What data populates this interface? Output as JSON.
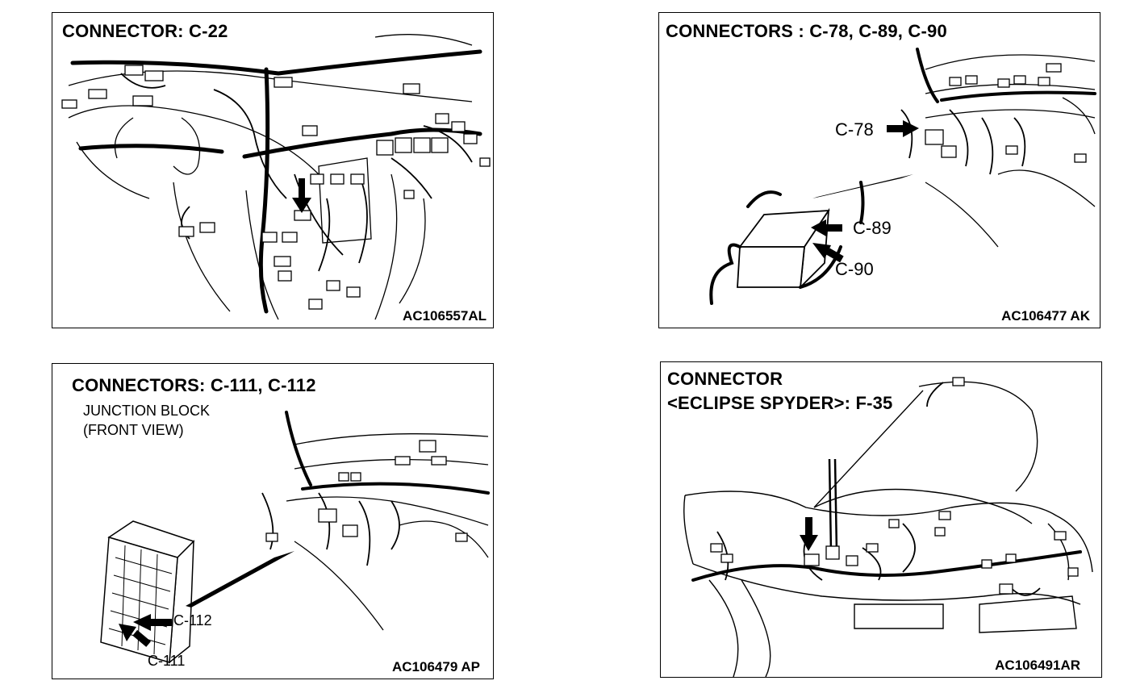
{
  "panels": [
    {
      "title": "CONNECTOR: C-22",
      "code": "AC106557AL"
    },
    {
      "title": "CONNECTORS : C-78, C-89, C-90",
      "code": "AC106477 AK",
      "callouts": [
        "C-78",
        "C-89",
        "C-90"
      ]
    },
    {
      "title": "CONNECTORS: C-111, C-112",
      "subtitle_lines": [
        "JUNCTION BLOCK",
        "(FRONT VIEW)"
      ],
      "code": "AC106479 AP",
      "callouts": [
        "C-112",
        "C-111"
      ]
    },
    {
      "title_lines": [
        "CONNECTOR",
        "<ECLIPSE SPYDER>: F-35"
      ],
      "code": "AC106491AR"
    }
  ],
  "icons": [
    "arrow-icon",
    "connector-icon",
    "wire-harness-icon"
  ]
}
